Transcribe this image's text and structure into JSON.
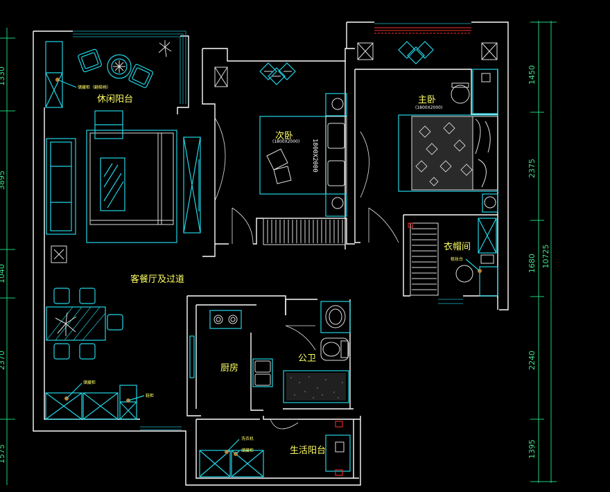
{
  "rooms": {
    "leisure_balcony": "休闲阳台",
    "second_bedroom": "次卧",
    "master_bedroom": "主卧",
    "cloakroom": "衣帽间",
    "living_dining": "客餐厅及过道",
    "public_bath": "公卫",
    "kitchen": "厨房",
    "service_balcony": "生活阳台"
  },
  "fixtures": {
    "storage_cabinet_balcony": "储藏柜（翻梯椅）",
    "second_bed_size": "(1800X2000)",
    "second_bed_rotated": "1800X2000",
    "master_bed_size": "(1800X2000)",
    "dresser": "梳妆台",
    "storage_cabinet_living": "储藏柜",
    "shoe_cabinet": "鞋柜",
    "washer": "洗衣机",
    "storage_cabinet_service": "储藏柜"
  },
  "dimensions_right": [
    "1450",
    "2375",
    "1680",
    "10725",
    "2240",
    "1395"
  ],
  "dimensions_left": [
    "1330",
    "3895",
    "1040",
    "2370",
    "1575"
  ],
  "colors": {
    "walls": "#ffffff",
    "furniture": "#22d6e6",
    "room_labels": "#ffff66",
    "dimensions": "#1fd27a",
    "background": "#000000"
  }
}
